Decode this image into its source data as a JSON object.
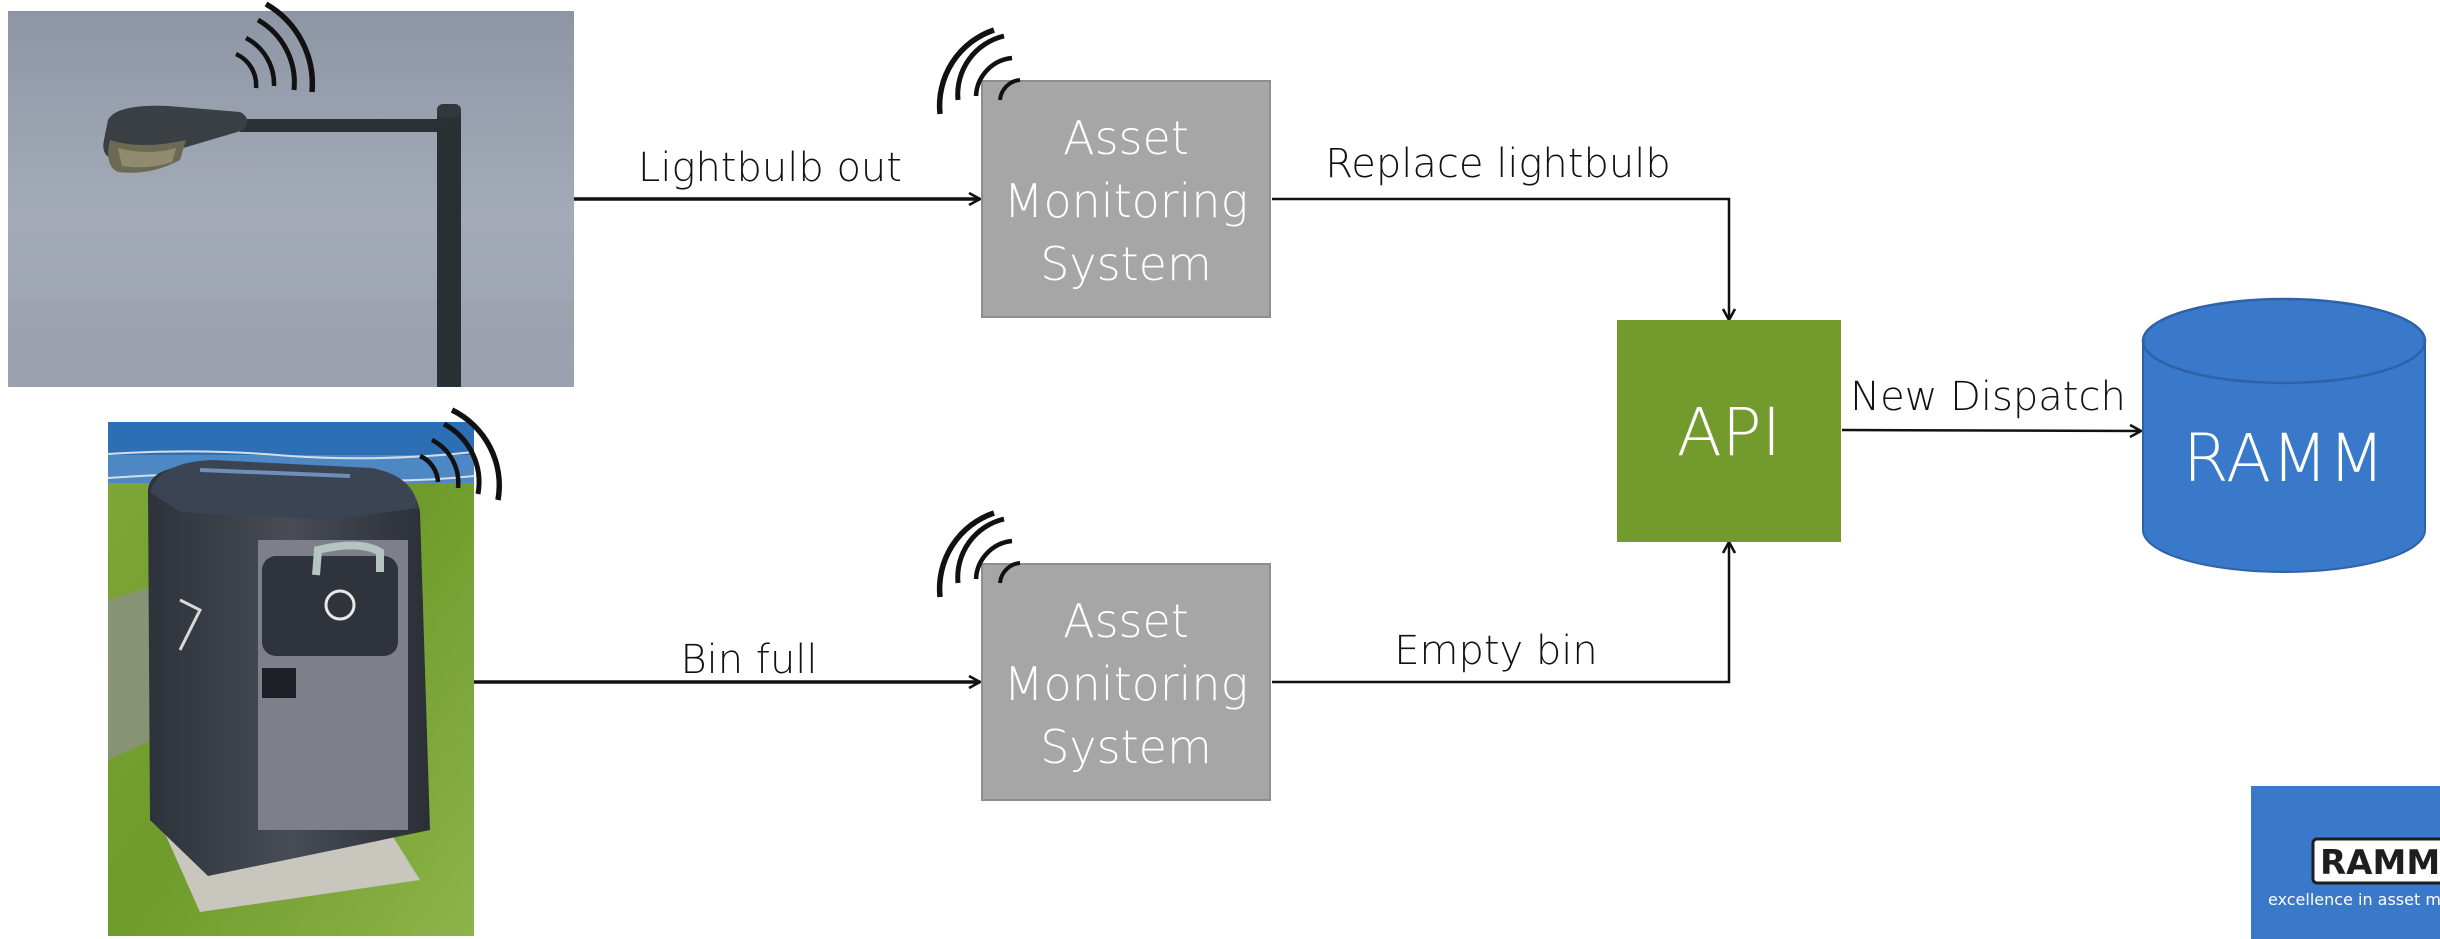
{
  "nodes": {
    "ams_top": {
      "lines": [
        "Asset",
        "Monitoring",
        "System"
      ]
    },
    "ams_bottom": {
      "lines": [
        "Asset",
        "Monitoring",
        "System"
      ]
    },
    "api": {
      "label": "API"
    },
    "ramm": {
      "label": "RAMM"
    }
  },
  "edges": {
    "streetlight_to_ams": "Lightbulb out",
    "ams_to_api_top": "Replace lightbulb",
    "bin_to_ams": "Bin full",
    "ams_to_api_bottom": "Empty bin",
    "api_to_ramm": "New Dispatch"
  },
  "logo": {
    "text": "RAMM",
    "tagline": "excellence in asset ma"
  },
  "colors": {
    "ams_box": "#a6a6a6",
    "api_box": "#739a2d",
    "ramm_db": "#3a78c9",
    "logo_bg": "#3a78c9"
  }
}
